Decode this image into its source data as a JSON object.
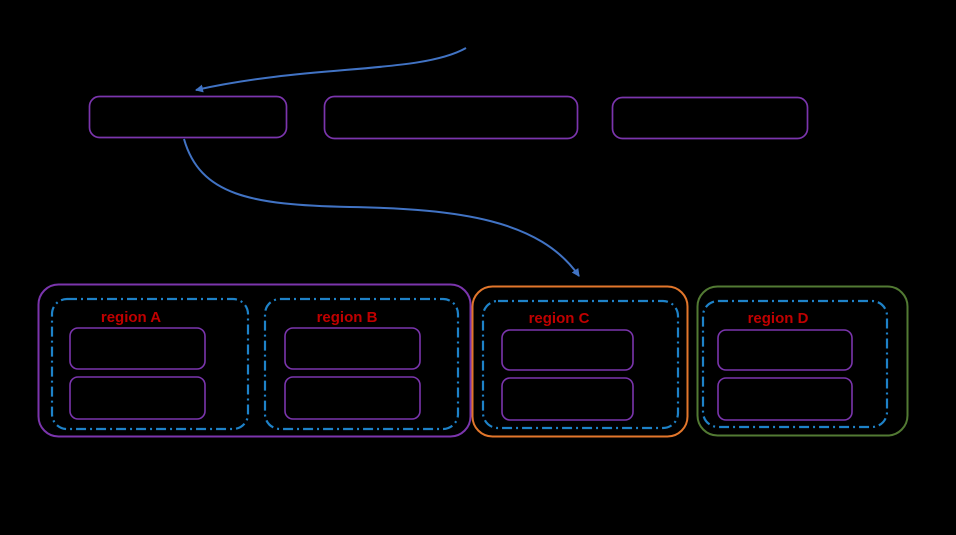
{
  "diagram": {
    "top_row": {
      "description": "three empty rounded outline nodes",
      "nodes": [
        {
          "label": ""
        },
        {
          "label": ""
        },
        {
          "label": ""
        }
      ]
    },
    "regions": [
      {
        "label": "region A"
      },
      {
        "label": "region B"
      },
      {
        "label": "region C"
      },
      {
        "label": "region D"
      }
    ],
    "arrows": [
      {
        "name": "arrow-to-first-node",
        "from": "upper-right",
        "to": "first-top-node"
      },
      {
        "name": "arrow-first-node-to-region-c",
        "from": "first-top-node",
        "to": "region C"
      }
    ]
  },
  "colors": {
    "background": "#000000",
    "node_border": "#7b35ad",
    "container_ab_border": "#7b35ad",
    "container_c_border": "#e2762b",
    "container_d_border": "#527a33",
    "region_dash_border": "#1e82c8",
    "arrow_stroke": "#4173c4",
    "label_red": "#c00000"
  }
}
